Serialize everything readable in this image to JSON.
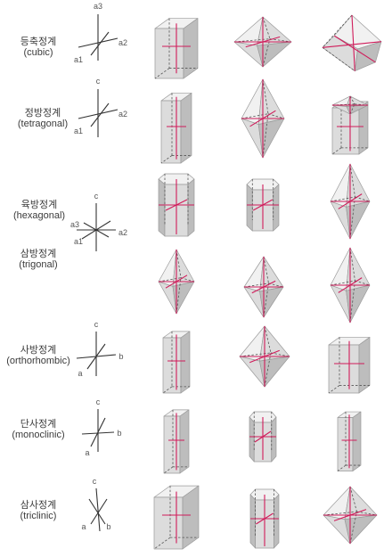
{
  "systems": [
    {
      "ko": "등축정계",
      "en": "(cubic)",
      "axes": [
        "a3",
        "a2",
        "a1"
      ]
    },
    {
      "ko": "정방정계",
      "en": "(tetragonal)",
      "axes": [
        "c",
        "a2",
        "a1"
      ]
    },
    {
      "ko": "육방정계",
      "en": "(hexagonal)",
      "axes": [
        "c",
        "a3",
        "a2",
        "a1"
      ]
    },
    {
      "ko": "삼방정계",
      "en": "(trigonal)",
      "axes": []
    },
    {
      "ko": "사방정계",
      "en": "(orthorhombic)",
      "axes": [
        "c",
        "b",
        "a"
      ]
    },
    {
      "ko": "단사정계",
      "en": "(monoclinic)",
      "axes": [
        "c",
        "b",
        "a"
      ]
    },
    {
      "ko": "삼사정계",
      "en": "(triclinic)",
      "axes": [
        "c",
        "a",
        "b"
      ]
    }
  ],
  "colors": {
    "crystal_axis": "#d01b5a",
    "hidden_edge": "#555555",
    "face_light": "#f1f1f1",
    "face_mid": "#dcdcdc",
    "face_dark": "#bdbdbd"
  }
}
